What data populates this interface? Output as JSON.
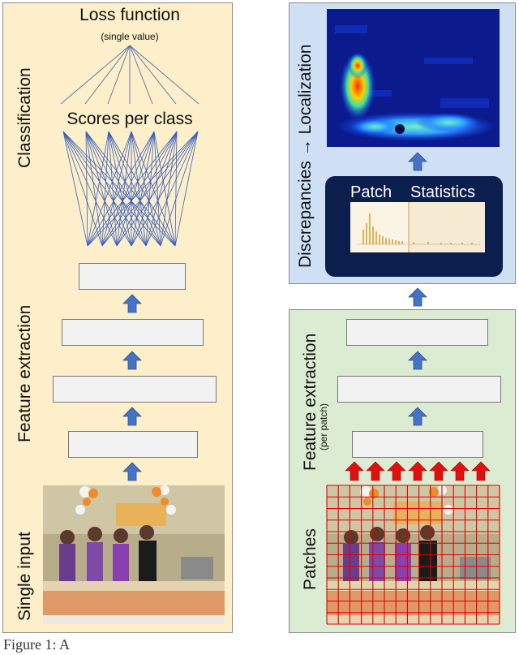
{
  "left_panel": {
    "label_classification": "Classification",
    "label_feature_extraction": "Feature extraction",
    "label_single_input": "Single input",
    "loss_title": "Loss function",
    "loss_subtitle": "(single value)",
    "scores_title": "Scores per class"
  },
  "right_bottom_panel": {
    "label_patches": "Patches",
    "label_feature_extraction": "Feature extraction",
    "label_per_patch": "(per patch)"
  },
  "right_top_panel": {
    "label_discrepancies": "Discrepancies → Localization",
    "stats_title_1": "Patch",
    "stats_title_2": "Statistics"
  },
  "caption": "Figure 1: A"
}
